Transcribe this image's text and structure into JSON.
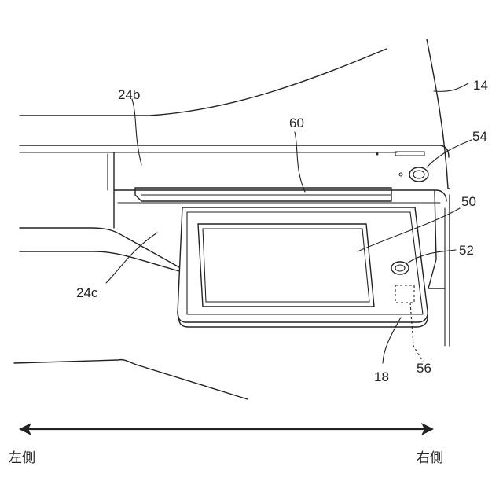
{
  "labels": {
    "ref_14": "14",
    "ref_24b": "24b",
    "ref_60": "60",
    "ref_54": "54",
    "ref_50": "50",
    "ref_52": "52",
    "ref_24c": "24c",
    "ref_18": "18",
    "ref_56": "56"
  },
  "direction": {
    "left": "左側",
    "right": "右側"
  }
}
